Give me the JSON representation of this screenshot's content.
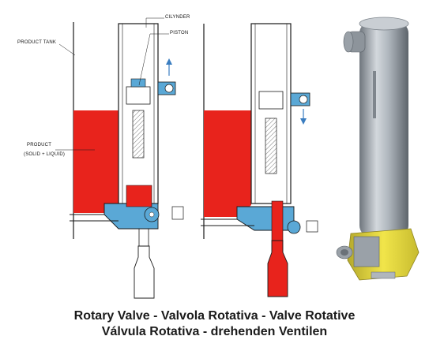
{
  "labels": {
    "product_tank": "PRODUCT TANK",
    "cilynder": "CILYNDER",
    "piston": "PISTON",
    "product": "PRODUCT",
    "product_sub": "(SOLID + LIQUID)"
  },
  "caption": {
    "line1": "Rotary Valve - Valvola Rotativa - Valve Rotative",
    "line2": "Válvula Rotativa - drehenden Ventilen"
  },
  "colors": {
    "product_fill": "#e8231c",
    "valve_body": "#5aa8d6",
    "line": "#1a1a1a",
    "cylinder_photo": "#a9b0b8",
    "valve_photo": "#e9de3c"
  },
  "icons": {
    "flow_up": "arrow-up-icon",
    "flow_down": "arrow-down-icon"
  }
}
